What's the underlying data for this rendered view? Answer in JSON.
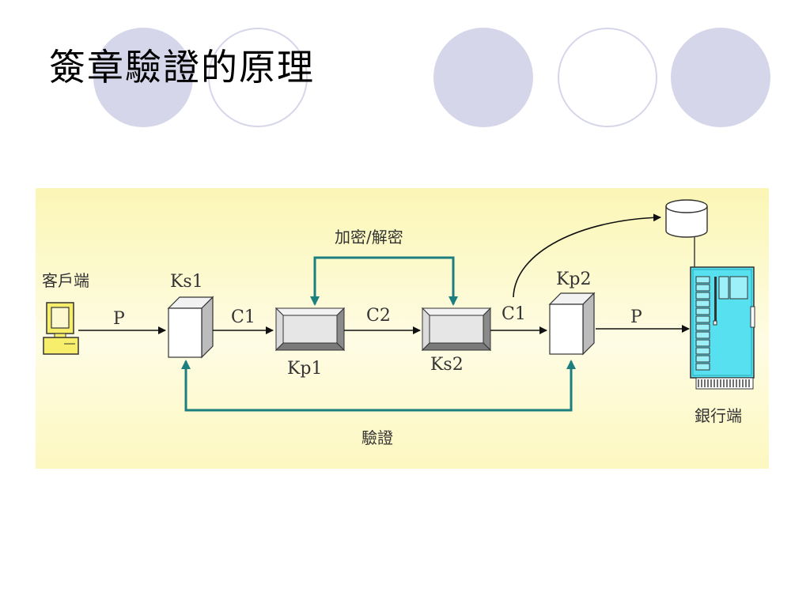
{
  "slide": {
    "title": "簽章驗證的原理"
  },
  "diagram": {
    "client_label": "客戶端",
    "bank_label": "銀行端",
    "encrypt_decrypt_label": "加密/解密",
    "verify_label": "驗證",
    "plain_text_left": "P",
    "plain_text_right": "P",
    "key_ks1": "Ks1",
    "key_kp1": "Kp1",
    "key_ks2": "Ks2",
    "key_kp2": "Kp2",
    "cipher_c1_left": "C1",
    "cipher_c2": "C2",
    "cipher_c1_right": "C1"
  },
  "colors": {
    "decor_circle": "#d6d6eb",
    "panel_background": "#fdf9c4",
    "teal_arrow": "#1b7f80",
    "server_cyan": "#57e0f0",
    "computer_yellow": "#f7ef6b"
  }
}
